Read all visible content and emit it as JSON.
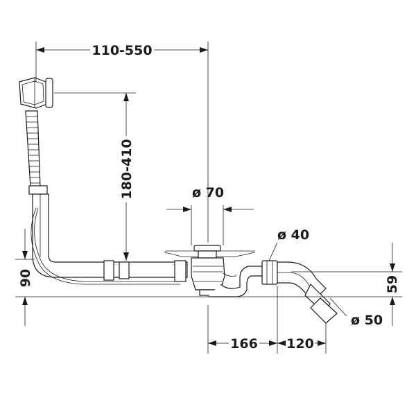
{
  "dimensions": {
    "overflow_height_range": "110-550",
    "vertical_range": "180-410",
    "drain_diameter": "ø 70",
    "pipe_diameter": "ø 40",
    "outlet_diameter": "ø 50",
    "left_height": "90",
    "right_height": "59",
    "horizontal_offset_1": "166",
    "horizontal_offset_2": "120"
  }
}
